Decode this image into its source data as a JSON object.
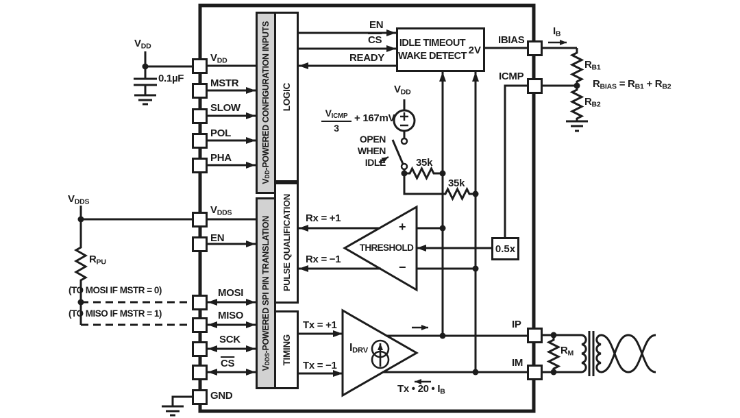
{
  "colors": {
    "line": "#1c1c1c",
    "bar_fill": "#d2d2d2",
    "background": "#ffffff"
  },
  "external_left": {
    "vdd_supply": [
      {
        "t": "V"
      },
      {
        "s": "DD"
      }
    ],
    "cap_value": "0.1µF",
    "vdds_supply": [
      {
        "t": "V"
      },
      {
        "s": "DDS"
      }
    ],
    "rpu": [
      {
        "t": "R"
      },
      {
        "s": "PU"
      }
    ],
    "mosi_note": "(TO MOSI IF MSTR = 0)",
    "miso_note": "(TO MISO IF MSTR = 1)"
  },
  "pins": {
    "vdd": [
      {
        "t": "V"
      },
      {
        "s": "DD"
      }
    ],
    "mstr": "MSTR",
    "slow": "SLOW",
    "pol": "POL",
    "pha": "PHA",
    "vdds": [
      {
        "t": "V"
      },
      {
        "s": "DDS"
      }
    ],
    "en": "EN",
    "mosi": "MOSI",
    "miso": "MISO",
    "sck": "SCK",
    "cs": [
      {
        "o": "CS"
      }
    ],
    "gnd": "GND",
    "ibias": "IBIAS",
    "icmp": "ICMP",
    "ip": "IP",
    "im": "IM"
  },
  "blocks": {
    "config_bar": [
      {
        "t": "V"
      },
      {
        "s": "DD"
      },
      {
        "t": "-POWERED CONFIGURATION INPUTS"
      }
    ],
    "logic": "LOGIC",
    "spi_bar": [
      {
        "t": "V"
      },
      {
        "s": "DDS"
      },
      {
        "t": "-POWERED SPI PIN TRANSLATION"
      }
    ],
    "pulse": "PULSE QUALIFICATION",
    "timing": "TIMING",
    "idle_line1": "IDLE TIMEOUT",
    "idle_line2": "WAKE DETECT",
    "two_v": "2V",
    "half_x": "0.5x",
    "threshold": "THRESHOLD",
    "idrv": [
      {
        "t": "I"
      },
      {
        "s": "DRV"
      }
    ]
  },
  "signals": {
    "en": "EN",
    "cs": [
      {
        "o": "CS"
      }
    ],
    "ready": "READY",
    "rx_p": "Rx = +1",
    "rx_m": "Rx = −1",
    "tx_p": "Tx = +1",
    "tx_m": "Tx = −1",
    "tx_current": [
      {
        "t": "Tx • 20 • I"
      },
      {
        "s": "B"
      }
    ],
    "ib": [
      {
        "t": "I"
      },
      {
        "s": "B"
      }
    ],
    "plus": "+",
    "minus": "−"
  },
  "mid": {
    "vdd": [
      {
        "t": "V"
      },
      {
        "s": "DD"
      }
    ],
    "vicmp_num": [
      {
        "t": "V"
      },
      {
        "s": "ICMP"
      }
    ],
    "vicmp_den": "3",
    "vicmp_rest": "+ 167mV",
    "open_lines": [
      "OPEN",
      "WHEN",
      "IDLE"
    ],
    "r1": "35k",
    "r2": "35k"
  },
  "external_right": {
    "rb1": [
      {
        "t": "R"
      },
      {
        "s": "B1"
      }
    ],
    "rb2": [
      {
        "t": "R"
      },
      {
        "s": "B2"
      }
    ],
    "rbias_eq": [
      {
        "t": "R"
      },
      {
        "s": "BIAS"
      },
      {
        "t": " = R"
      },
      {
        "s": "B1"
      },
      {
        "t": " + R"
      },
      {
        "s": "B2"
      }
    ],
    "rm": [
      {
        "t": "R"
      },
      {
        "s": "M"
      }
    ]
  }
}
